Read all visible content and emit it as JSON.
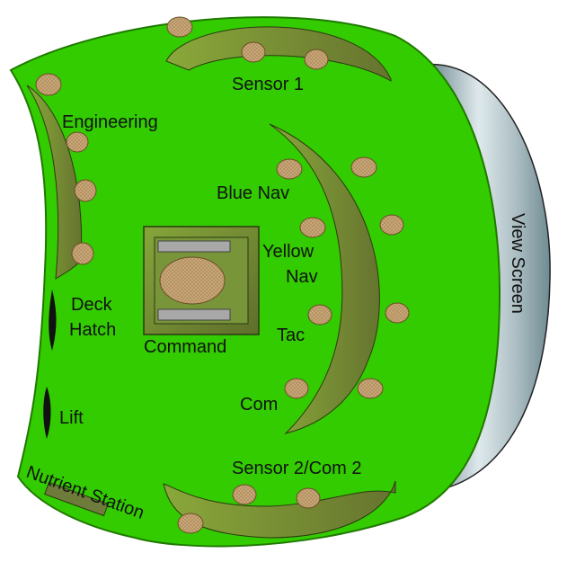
{
  "diagram": {
    "labels": {
      "sensor1": "Sensor 1",
      "engineering": "Engineering",
      "blue_nav": "Blue Nav",
      "yellow_nav_line1": "Yellow",
      "yellow_nav_line2": "Nav",
      "tac": "Tac",
      "com": "Com",
      "command": "Command",
      "deck_hatch_line1": "Deck",
      "deck_hatch_line2": "Hatch",
      "lift": "Lift",
      "view_screen": "View Screen",
      "sensor2_com2": "Sensor 2/Com 2",
      "nutrient_station": "Nutrient Station"
    },
    "colors": {
      "floor": "#33cc00",
      "floor_edge": "#1f7a00",
      "console_light": "#6f9b2e",
      "console_dark": "#5a6b2a",
      "seat": "#c8a878",
      "screen_light": "#e8f0f2",
      "screen_dark": "#6f8b92"
    }
  }
}
